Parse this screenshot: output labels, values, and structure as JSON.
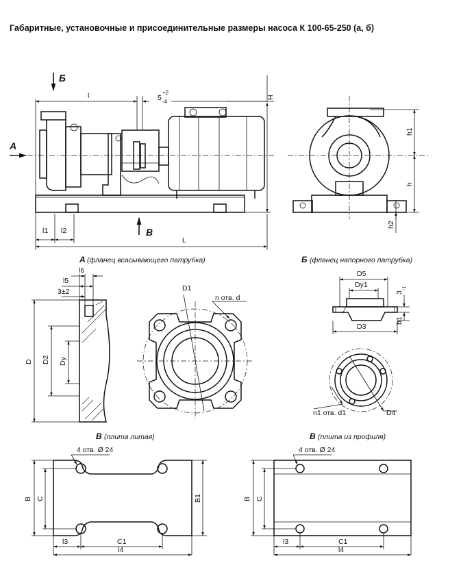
{
  "title": "Габаритные, установочные и присоединительные размеры насоса К 100-65-250 (а, б)",
  "views": {
    "main": {
      "arrow_a": "А",
      "arrow_b_top": "Б",
      "arrow_v": "В",
      "dims": {
        "l": "l",
        "gap_base": "5",
        "gap_sup": "+2",
        "gap_sub": "-4",
        "H": "H",
        "l1": "l1",
        "l2": "l2",
        "L": "L"
      }
    },
    "side": {
      "h1": "h1",
      "h": "h",
      "h2": "h2"
    },
    "flange_a": {
      "heading_letter": "А",
      "heading_text": "(фланец всасывающего патрубка)",
      "dims": {
        "l6": "l6",
        "l5": "l5",
        "thick": "3±2",
        "D": "D",
        "D2": "D2",
        "Dy": "Dy",
        "D1": "D1",
        "holes": "n отв. d"
      }
    },
    "flange_b": {
      "heading_letter": "Б",
      "heading_text": "(фланец напорного патрубка)",
      "dims": {
        "D5": "D5",
        "Dy1": "Dy1",
        "gap": "3",
        "gap_sub": "-1",
        "b1": "b1",
        "D3": "D3",
        "holes": "n1 отв. d1",
        "D4": "D4"
      }
    },
    "plate_cast": {
      "heading_letter": "В",
      "heading_text": "(плита литая)",
      "dims": {
        "holes": "4 отв. Ø 24",
        "B": "B",
        "C": "C",
        "B1": "B1",
        "l3": "l3",
        "C1": "C1",
        "l4": "l4"
      }
    },
    "plate_profile": {
      "heading_letter": "В",
      "heading_text": "(плита из профиля)",
      "dims": {
        "holes": "4 отв. Ø 24",
        "B": "B",
        "C": "C",
        "l3": "l3",
        "C1": "C1",
        "l4": "l4"
      }
    }
  }
}
